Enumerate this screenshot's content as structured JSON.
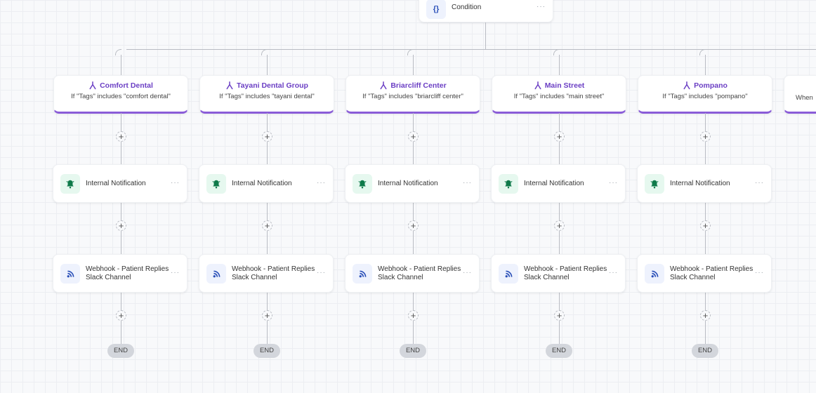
{
  "condition": {
    "label": "Condition",
    "icon": "braces-icon",
    "menu": "···"
  },
  "branches": [
    {
      "title": "Comfort Dental",
      "subtitle": "If \"Tags\" includes \"comfort dental\""
    },
    {
      "title": "Tayani Dental Group",
      "subtitle": "If \"Tags\" includes \"tayani dental\""
    },
    {
      "title": "Briarcliff Center",
      "subtitle": "If \"Tags\" includes \"briarcliff center\""
    },
    {
      "title": "Main Street",
      "subtitle": "If \"Tags\" includes \"main street\""
    },
    {
      "title": "Pompano",
      "subtitle": "If \"Tags\" includes \"pompano\""
    }
  ],
  "partial_branch": {
    "subtitle": "When"
  },
  "actions": [
    {
      "label": "Internal Notification",
      "icon": "bell-icon",
      "icon_bg": "#e6f8ef",
      "icon_color": "#0f7a4a"
    },
    {
      "label": "Webhook - Patient Replies Slack Channel",
      "label_line1": "Webhook - Patient Replies",
      "label_line2": "Slack Channel",
      "icon": "rss-icon",
      "icon_bg": "#eef2fd",
      "icon_color": "#2a4fb8"
    }
  ],
  "plus": "+",
  "menu": "···",
  "end_label": "END",
  "colors": {
    "branch_accent": "#8a5cd8",
    "branch_title": "#6b3fc4"
  }
}
